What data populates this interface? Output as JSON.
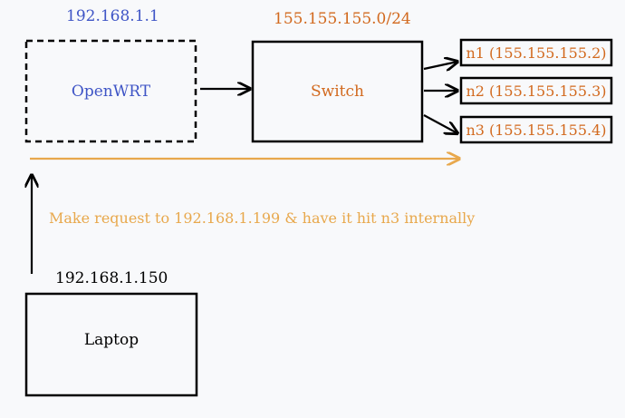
{
  "router": {
    "ip": "192.168.1.1",
    "label": "OpenWRT"
  },
  "network": {
    "subnet": "155.155.155.0/24"
  },
  "switch": {
    "label": "Switch"
  },
  "nodes": [
    {
      "label": "n1 (155.155.155.2)"
    },
    {
      "label": "n2 (155.155.155.3)"
    },
    {
      "label": "n3 (155.155.155.4)"
    }
  ],
  "request": {
    "text": "Make request to 192.168.1.199 & have it hit n3 internally"
  },
  "laptop": {
    "ip": "192.168.1.150",
    "label": "Laptop"
  },
  "colors": {
    "blue": "#3f55c6",
    "orange": "#d2691e",
    "gold": "#e8a84c",
    "black": "#000000"
  }
}
